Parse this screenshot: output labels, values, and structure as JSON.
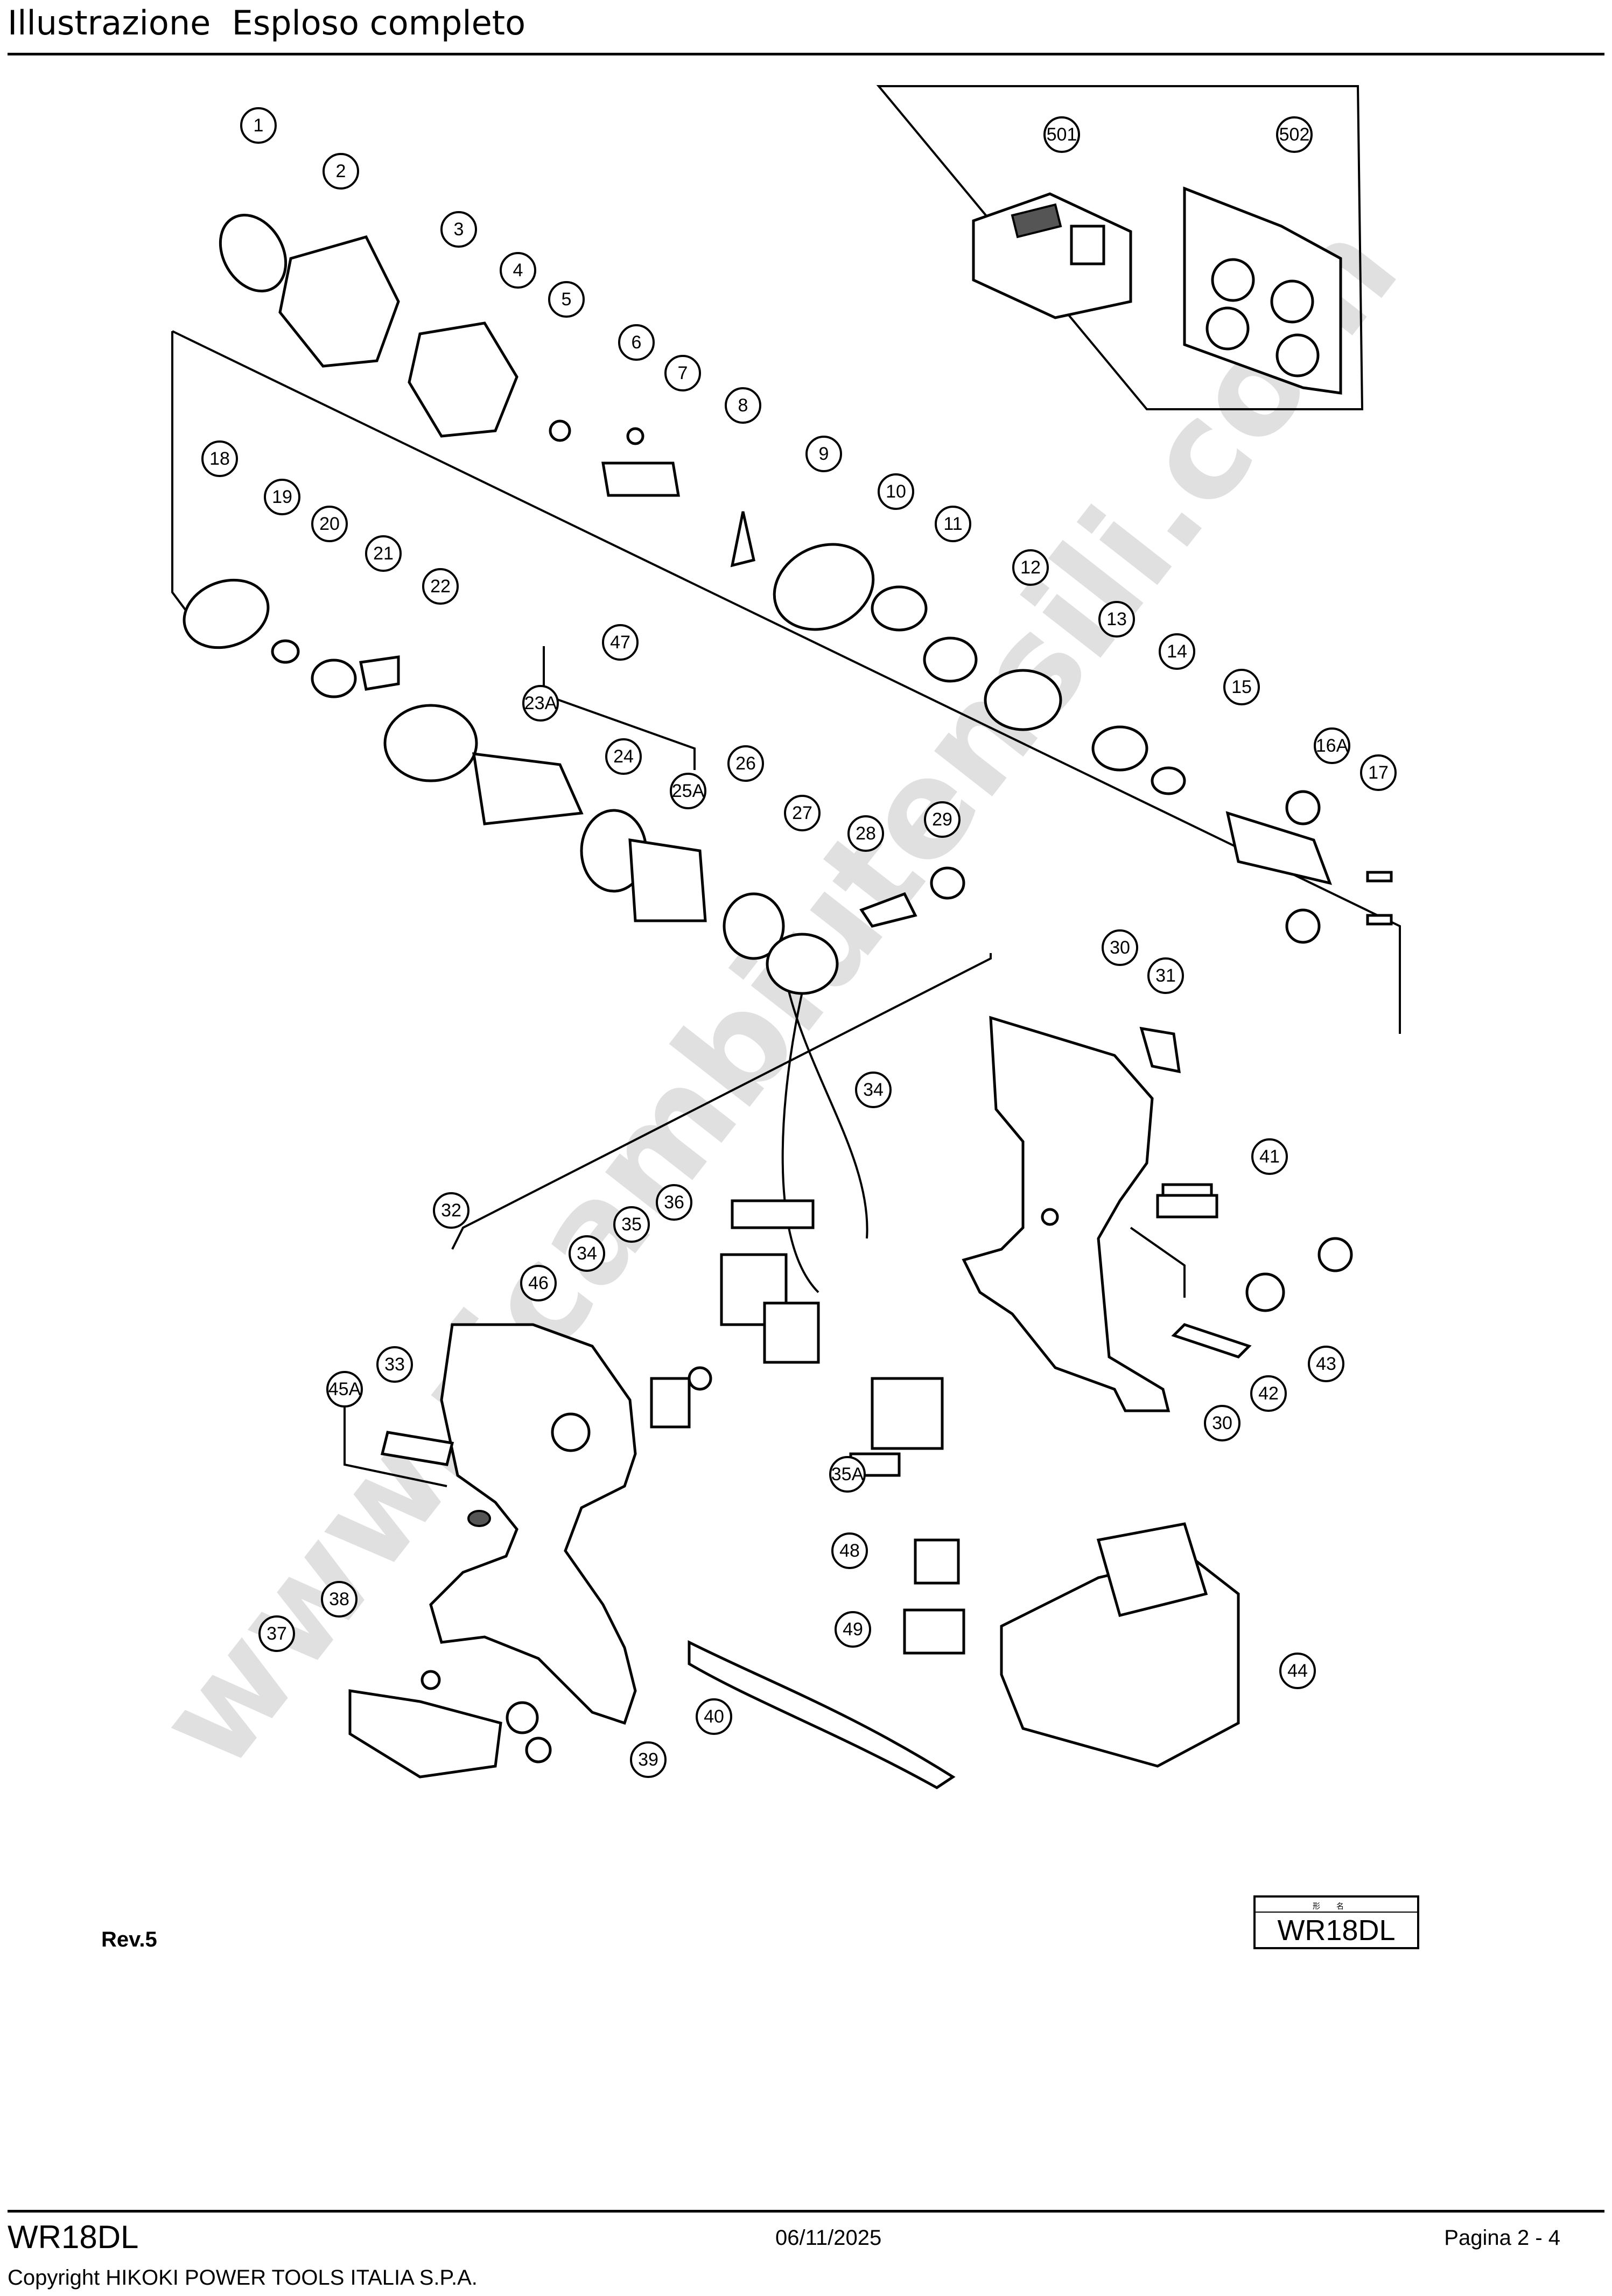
{
  "header": {
    "title": "Illustrazione  Esploso completo"
  },
  "watermark": "www.ricambiutensili.com",
  "callouts": [
    {
      "label": "1"
    },
    {
      "label": "2"
    },
    {
      "label": "3"
    },
    {
      "label": "4"
    },
    {
      "label": "5"
    },
    {
      "label": "6"
    },
    {
      "label": "7"
    },
    {
      "label": "8"
    },
    {
      "label": "9"
    },
    {
      "label": "10"
    },
    {
      "label": "11"
    },
    {
      "label": "12"
    },
    {
      "label": "13"
    },
    {
      "label": "14"
    },
    {
      "label": "15"
    },
    {
      "label": "16A"
    },
    {
      "label": "17"
    },
    {
      "label": "18"
    },
    {
      "label": "19"
    },
    {
      "label": "20"
    },
    {
      "label": "21"
    },
    {
      "label": "22"
    },
    {
      "label": "23A"
    },
    {
      "label": "24"
    },
    {
      "label": "25A"
    },
    {
      "label": "26"
    },
    {
      "label": "27"
    },
    {
      "label": "28"
    },
    {
      "label": "29"
    },
    {
      "label": "30"
    },
    {
      "label": "31"
    },
    {
      "label": "32"
    },
    {
      "label": "33"
    },
    {
      "label": "34"
    },
    {
      "label": "34"
    },
    {
      "label": "35"
    },
    {
      "label": "35A"
    },
    {
      "label": "36"
    },
    {
      "label": "37"
    },
    {
      "label": "38"
    },
    {
      "label": "39"
    },
    {
      "label": "40"
    },
    {
      "label": "41"
    },
    {
      "label": "42"
    },
    {
      "label": "43"
    },
    {
      "label": "44"
    },
    {
      "label": "45A"
    },
    {
      "label": "46"
    },
    {
      "label": "47"
    },
    {
      "label": "48"
    },
    {
      "label": "49"
    },
    {
      "label": "30"
    },
    {
      "label": "501"
    },
    {
      "label": "502"
    }
  ],
  "revision": "Rev.5",
  "model_box": {
    "kanji": "形名",
    "model": "WR18DL"
  },
  "footer": {
    "model": "WR18DL",
    "date": "06/11/2025",
    "page": "Pagina 2 - 4",
    "copyright": "Copyright HIKOKI POWER TOOLS ITALIA S.P.A."
  }
}
